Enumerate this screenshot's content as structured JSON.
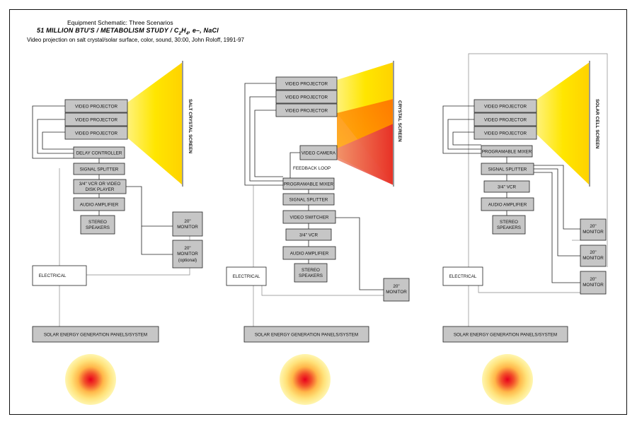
{
  "header": {
    "title": "Equipment Schematic: Three Scenarios",
    "subtitle_main": "51 MILLION BTU'S / METABOLISM STUDY / C",
    "subtitle_sub1": "2",
    "subtitle_mid": "H",
    "subtitle_sub2": "4",
    "subtitle_end": ", e–, NaCl",
    "description": "Video projection on salt crystal/solar surface, color, sound, 30:00, John Roloff, 1991-97"
  },
  "scenario1": {
    "projectors": [
      "VIDEO PROJECTOR",
      "VIDEO PROJECTOR",
      "VIDEO PROJECTOR"
    ],
    "delay_controller": "DELAY CONTROLLER",
    "signal_splitter": "SIGNAL SPLITTER",
    "vcr_line1": "3/4\" VCR OR VIDEO",
    "vcr_line2": "DISK PLAYER",
    "audio_amplifier": "AUDIO AMPLIFIER",
    "speakers_line1": "STEREO",
    "speakers_line2": "SPEAKERS",
    "monitor1_line1": "20\"",
    "monitor1_line2": "MONITOR",
    "monitor2_line1": "20\"",
    "monitor2_line2": "MONITOR",
    "monitor2_line3": "(optional)",
    "electrical": "ELECTRICAL",
    "screen_label": "SALT CRYSTAL SCREEN",
    "solar": "SOLAR ENERGY GENERATION PANELS/SYSTEM"
  },
  "scenario2": {
    "projectors": [
      "VIDEO PROJECTOR",
      "VIDEO PROJECTOR",
      "VIDEO PROJECTOR"
    ],
    "video_camera": "VIDEO CAMERA",
    "feedback_loop": "FEEDBACK LOOP",
    "programable_mixer": "PROGRAMABLE MIXER",
    "signal_splitter": "SIGNAL SPLITTER",
    "video_switcher": "VIDEO SWITCHER",
    "vcr": "3/4\" VCR",
    "audio_amplifier": "AUDIO AMPLIFIER",
    "speakers_line1": "STEREO",
    "speakers_line2": "SPEAKERS",
    "monitor_line1": "20\"",
    "monitor_line2": "MONITOR",
    "electrical": "ELECTRICAL",
    "screen_label": "CRYSTAL SCREEN",
    "solar": "SOLAR ENERGY GENERATION PANELS/SYSTEM"
  },
  "scenario3": {
    "projectors": [
      "VIDEO PROJECTOR",
      "VIDEO PROJECTOR",
      "VIDEO PROJECTOR"
    ],
    "programable_mixer": "PROGRAMABLE MIXER",
    "signal_splitter": "SIGNAL SPLITTER",
    "vcr": "3/4\" VCR",
    "audio_amplifier": "AUDIO AMPLIFIER",
    "speakers_line1": "STEREO",
    "speakers_line2": "SPEAKERS",
    "monitors": [
      {
        "line1": "20\"",
        "line2": "MONITOR"
      },
      {
        "line1": "20\"",
        "line2": "MONITOR"
      },
      {
        "line1": "20\"",
        "line2": "MONITOR"
      }
    ],
    "electrical": "ELECTRICAL",
    "screen_label": "SOLAR CELL SCREEN",
    "solar": "SOLAR ENERGY GENERATION PANELS/SYSTEM"
  },
  "colors": {
    "box_fill": "#c6c6c6",
    "beam_yellow": "#ffe600",
    "beam_orange": "#ff7a1a",
    "beam_red": "#e5002a",
    "sun_center": "#e8001c",
    "sun_outer": "#fff8a8"
  }
}
